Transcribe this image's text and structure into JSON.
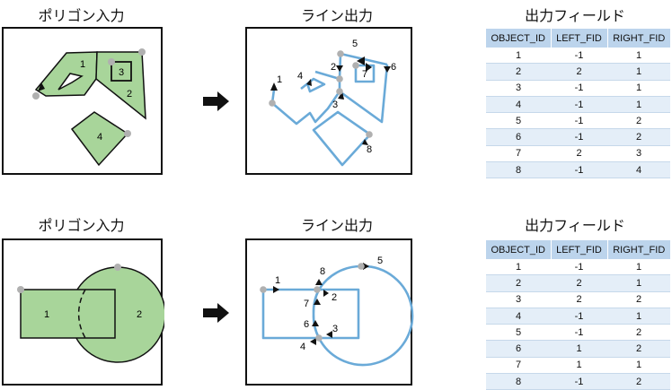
{
  "top": {
    "title_polygon": "ポリゴン入力",
    "title_line": "ライン出力",
    "title_fields": "出力フィールド",
    "polygon_labels": [
      "1",
      "2",
      "3",
      "4"
    ],
    "line_labels": [
      "1",
      "2",
      "3",
      "4",
      "5",
      "6",
      "7",
      "8"
    ],
    "table": {
      "headers": [
        "OBJECT_ID",
        "LEFT_FID",
        "RIGHT_FID"
      ],
      "rows": [
        [
          "1",
          "-1",
          "1"
        ],
        [
          "2",
          "2",
          "1"
        ],
        [
          "3",
          "-1",
          "1"
        ],
        [
          "4",
          "-1",
          "1"
        ],
        [
          "5",
          "-1",
          "2"
        ],
        [
          "6",
          "-1",
          "2"
        ],
        [
          "7",
          "2",
          "3"
        ],
        [
          "8",
          "-1",
          "4"
        ]
      ]
    }
  },
  "bottom": {
    "title_polygon": "ポリゴン入力",
    "title_line": "ライン出力",
    "title_fields": "出力フィールド",
    "polygon_labels": [
      "1",
      "2"
    ],
    "line_labels": [
      "1",
      "2",
      "3",
      "4",
      "5",
      "6",
      "7",
      "8"
    ],
    "table": {
      "headers": [
        "OBJECT_ID",
        "LEFT_FID",
        "RIGHT_FID"
      ],
      "rows": [
        [
          "1",
          "-1",
          "1"
        ],
        [
          "2",
          "2",
          "1"
        ],
        [
          "3",
          "2",
          "2"
        ],
        [
          "4",
          "-1",
          "1"
        ],
        [
          "5",
          "-1",
          "2"
        ],
        [
          "6",
          "1",
          "2"
        ],
        [
          "7",
          "1",
          "1"
        ],
        [
          "8",
          "-1",
          "2"
        ]
      ]
    }
  },
  "colors": {
    "polygon_fill": "#a8d59a",
    "line_stroke": "#6aaad8",
    "vertex_dot": "#b0b0b0",
    "table_header": "#bcd4ec",
    "table_alt_row": "#e4eef8"
  }
}
